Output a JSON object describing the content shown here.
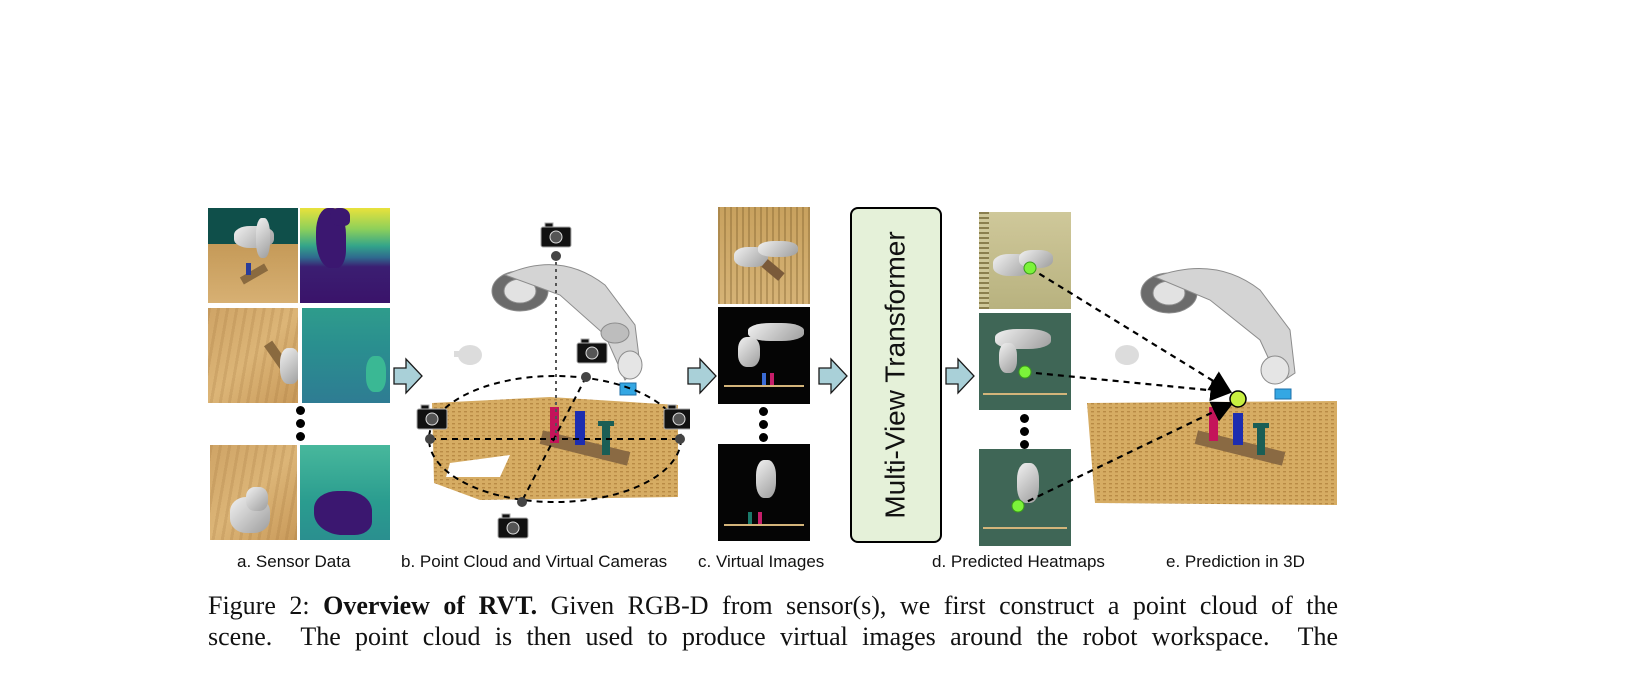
{
  "figure": {
    "transformer_label": "Multi-View Transformer",
    "panel_labels": [
      "a. Sensor Data",
      "b. Point Cloud and Virtual Cameras",
      "c. Virtual Images",
      "d. Predicted Heatmaps",
      "e. Prediction in 3D"
    ],
    "colors": {
      "arrow_fill": "#a9d0d8",
      "transformer_fill": "#e5f1d9",
      "heatmap_point": "#7cf33a",
      "prediction_point": "#c8f040"
    }
  },
  "caption": {
    "prefix": "Figure 2:",
    "title": "Overview of RVT.",
    "line1_rest": "Given RGB-D from sensor(s), we first construct a point cloud of the",
    "line2": "scene.  The point cloud is then used to produce virtual images around the robot workspace.  The"
  }
}
